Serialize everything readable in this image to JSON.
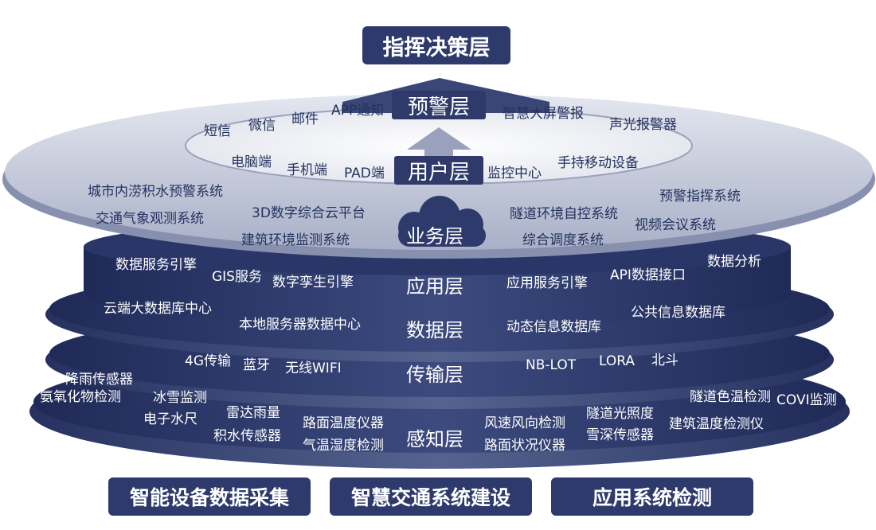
{
  "top_label": "指挥决策层",
  "bottom_labels": [
    "智能设备数据采集",
    "智慧交通系统建设",
    "应用系统检测"
  ],
  "layers": {
    "warning": {
      "name": "预警层",
      "left": [
        "短信",
        "微信",
        "邮件",
        "APP通知"
      ],
      "right": [
        "智慧大屏警报",
        "声光报警器"
      ]
    },
    "user": {
      "name": "用户层",
      "left": [
        "电脑端",
        "手机端",
        "PAD端"
      ],
      "right": [
        "监控中心",
        "手持移动设备"
      ]
    },
    "business": {
      "name": "业务层",
      "items": [
        "城市内涝积水预警系统",
        "交通气象观测系统",
        "3D数字综合云平台",
        "建筑环境监测系统",
        "隧道环境自控系统",
        "综合调度系统",
        "预警指挥系统",
        "视频会议系统"
      ]
    },
    "application": {
      "name": "应用层",
      "items": [
        "数据服务引擎",
        "GIS服务",
        "数字孪生引擎",
        "应用服务引擎",
        "API数据接口",
        "数据分析"
      ]
    },
    "data": {
      "name": "数据层",
      "items": [
        "云端大数据库中心",
        "本地服务器数据中心",
        "动态信息数据库",
        "公共信息数据库"
      ]
    },
    "transport": {
      "name": "传输层",
      "items": [
        "4G传输",
        "蓝牙",
        "无线WIFI",
        "NB-LOT",
        "LORA",
        "北斗"
      ]
    },
    "sensing": {
      "name": "感知层",
      "items": [
        "降雨传感器",
        "氨氧化物检测",
        "冰雪监测",
        "电子水尺",
        "雷达雨量",
        "积水传感器",
        "路面温度仪器",
        "气温湿度检测",
        "风速风向检测",
        "路面状况仪器",
        "隧道光照度",
        "雪深传感器",
        "隧道色温检测",
        "建筑温度检测仪",
        "COVI监测"
      ]
    }
  },
  "colors": {
    "navy": "#2e3a6b",
    "disk_dark": "#2b3668",
    "disk_light": "#c9cedd"
  }
}
